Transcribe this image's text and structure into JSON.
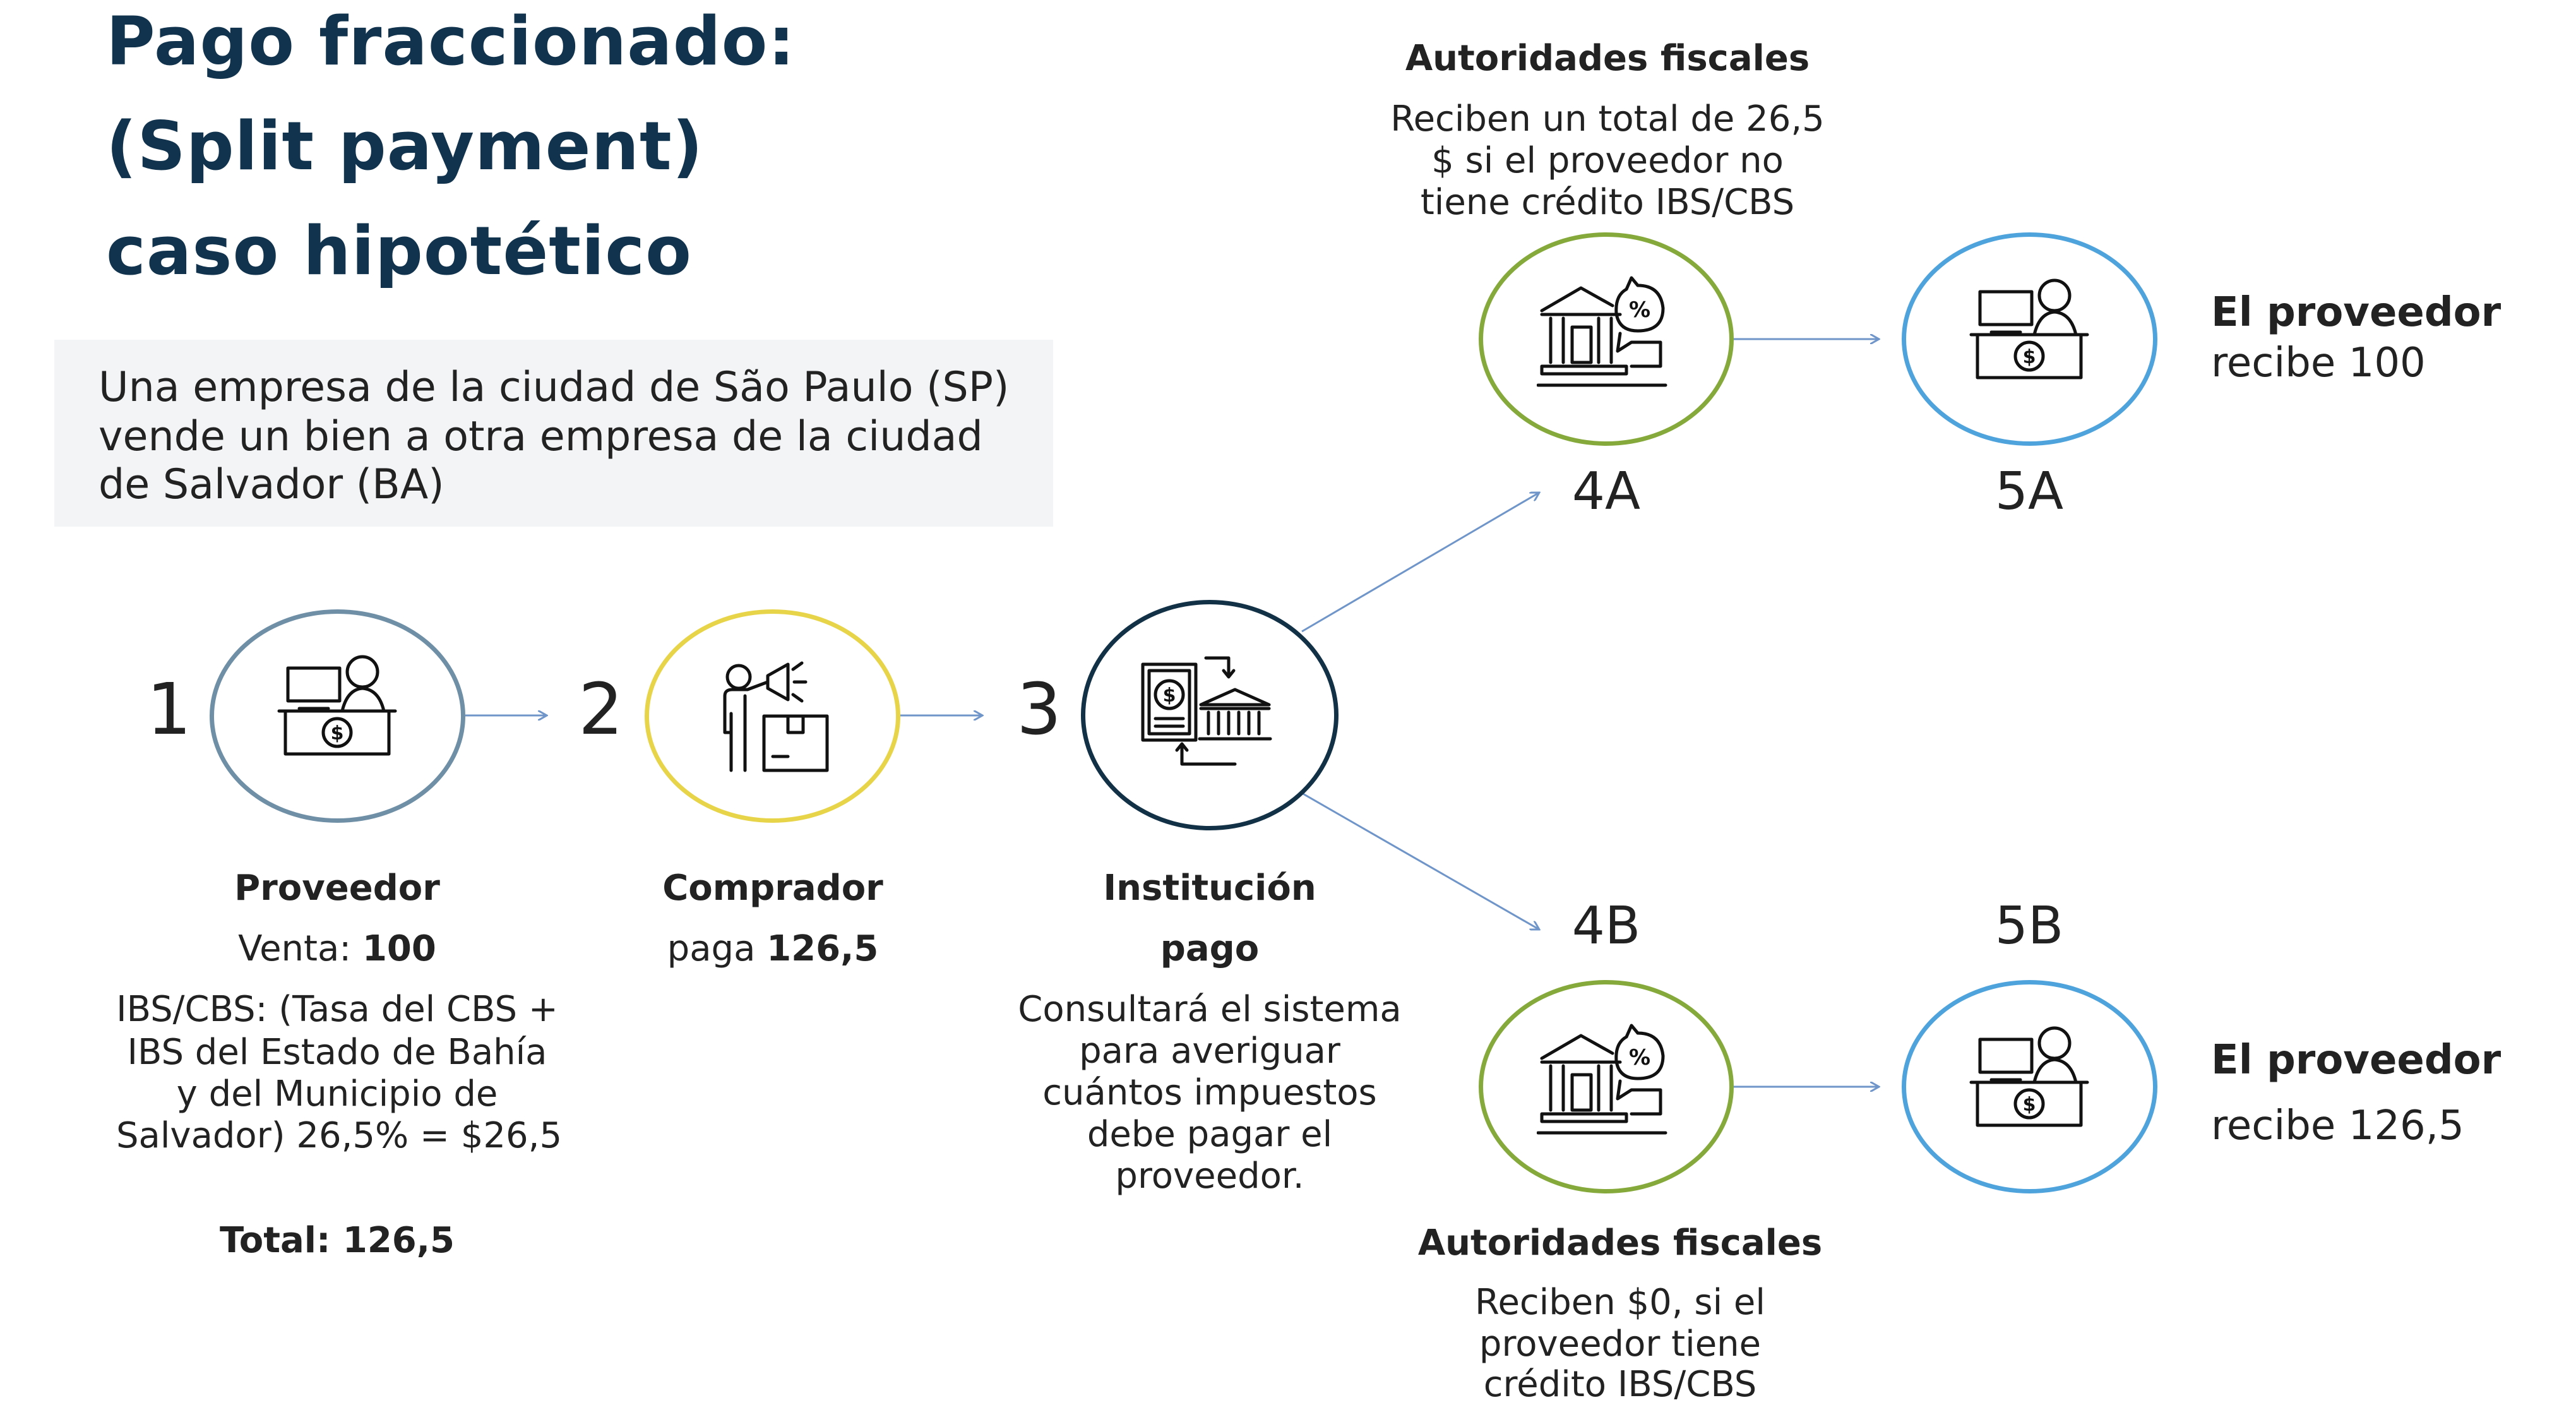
{
  "title": {
    "line1": "Pago fraccionado:",
    "line2": "(Split payment)",
    "line3": "caso hipotético"
  },
  "context": {
    "line1": "Una empresa de la ciudad de São Paulo (SP)",
    "line2": "vende un bien a otra empresa de la ciudad",
    "line3": "de Salvador (BA)"
  },
  "colors": {
    "title": "#11334d",
    "provider_ring": "#6f8fa6",
    "buyer_ring": "#e8d449",
    "institution_ring": "#123146",
    "tax_ring": "#86a93b",
    "provider_final_ring": "#4fa3dc",
    "arrow": "#6f95c9"
  },
  "steps": {
    "s1": {
      "number": "1",
      "icon": "cashier-icon",
      "label": "Proveedor",
      "sale_prefix": "Venta: ",
      "sale_value": "100",
      "detail_lines": [
        "IBS/CBS: (Tasa del CBS +",
        "IBS del Estado de Bahía",
        "y del Municipio de",
        "Salvador) 26,5% = $26,5"
      ],
      "total": "Total: 126,5"
    },
    "s2": {
      "number": "2",
      "icon": "buyer-megaphone-icon",
      "label": "Comprador",
      "pay_prefix": "paga ",
      "pay_value": "126,5"
    },
    "s3": {
      "number": "3",
      "icon": "payment-institution-icon",
      "label_line1": "Institución",
      "label_line2": "pago",
      "detail_lines": [
        "Consultará el sistema",
        "para averiguar",
        "cuántos impuestos",
        "debe pagar el",
        "proveedor."
      ]
    },
    "s4a": {
      "tag": "4A",
      "icon": "tax-authority-icon",
      "heading": "Autoridades fiscales",
      "detail_lines": [
        "Reciben un total de 26,5",
        "$ si el proveedor no",
        "tiene crédito IBS/CBS"
      ]
    },
    "s5a": {
      "tag": "5A",
      "icon": "cashier-icon",
      "line1": "El proveedor",
      "line2": "recibe 100"
    },
    "s4b": {
      "tag": "4B",
      "icon": "tax-authority-icon",
      "heading": "Autoridades fiscales",
      "detail_lines": [
        "Reciben $0, si el",
        "proveedor tiene",
        "crédito IBS/CBS"
      ]
    },
    "s5b": {
      "tag": "5B",
      "icon": "cashier-icon",
      "line1": "El proveedor",
      "line2": "recibe 126,5"
    }
  }
}
